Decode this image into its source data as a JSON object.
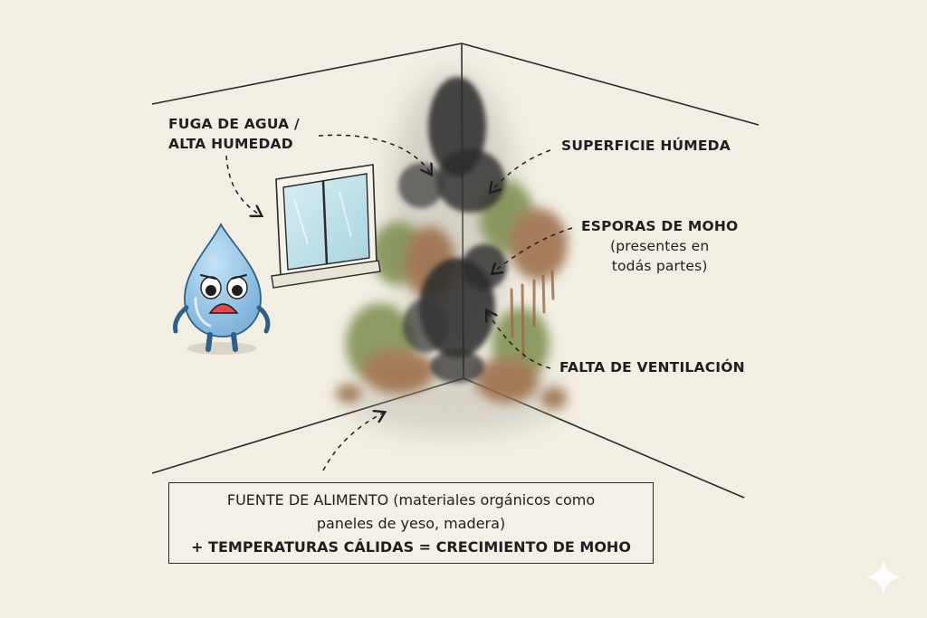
{
  "labels": {
    "fuga": [
      "FUGA DE AGUA /",
      "ALTA HUMEDAD"
    ],
    "superficie": "SUPERFICIE HÚMEDA",
    "esporas_title": "ESPORAS DE MOHO",
    "esporas_sub": [
      "(presentes en",
      "todás partes)"
    ],
    "falta": "FALTA DE VENTILACIÓN"
  },
  "food_box": {
    "line1": "FUENTE DE ALIMENTO (materiales orgánicos como",
    "line2": "paneles de yeso, madera)",
    "line3": "+ TEMPERATURAS CÁLIDAS = CRECIMIENTO DE MOHO"
  },
  "icons": {
    "character": "sad-water-drop-icon",
    "window": "window-icon",
    "sparkle": "sparkle-icon"
  },
  "colors": {
    "background": "#f2eee3",
    "mold_black": "#2b2b2b",
    "mold_green": "#7c8c4e",
    "mold_brown": "#9a6a44",
    "drop_blue": "#8fc3e6",
    "line": "#2a2a2a"
  }
}
